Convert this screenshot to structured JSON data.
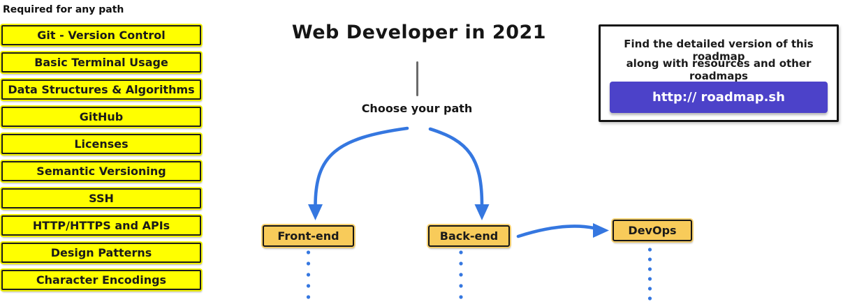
{
  "header": {
    "title": "Web Developer in 2021",
    "subtitle": "Choose your path"
  },
  "required_panel": {
    "heading": "Required for any path",
    "items": [
      "Git - Version Control",
      "Basic Terminal Usage",
      "Data Structures & Algorithms",
      "GitHub",
      "Licenses",
      "Semantic Versioning",
      "SSH",
      "HTTP/HTTPS and APIs",
      "Design Patterns",
      "Character Encodings"
    ]
  },
  "path_nodes": {
    "frontend": "Front-end",
    "backend": "Back-end",
    "devops": "DevOps"
  },
  "info_box": {
    "line1": "Find the detailed version of this roadmap",
    "line2": "along with resources and other roadmaps",
    "button_label": "http:// roadmap.sh"
  },
  "colors": {
    "required_node_fill": "#FFFF00",
    "path_node_fill": "#F8CB5A",
    "arrow_blue": "#3577E0",
    "link_button_purple": "#4C42C9",
    "node_border": "#1C1C1C",
    "connector_gray": "#6A6A6A"
  }
}
